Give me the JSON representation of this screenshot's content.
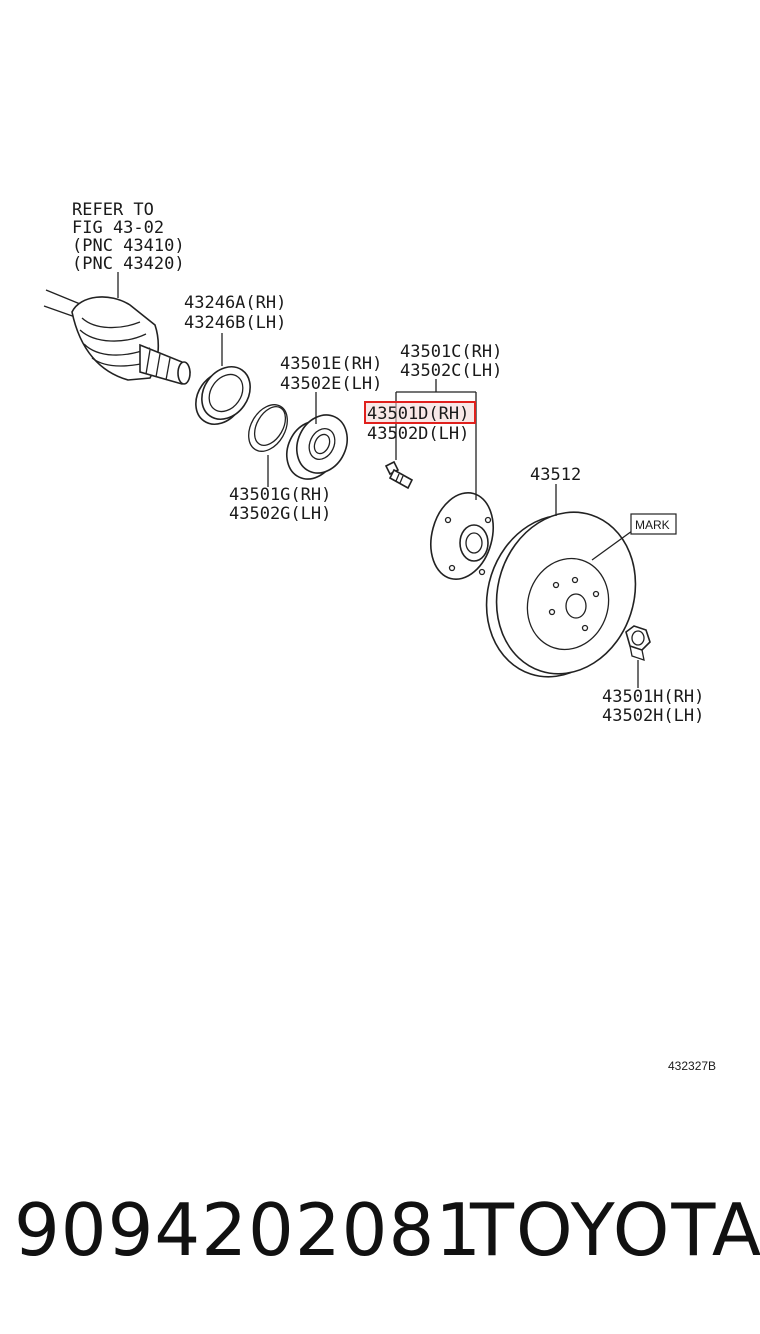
{
  "refer": {
    "line1": "REFER TO",
    "line2": "FIG 43-02",
    "line3": "(PNC 43410)",
    "line4": "(PNC 43420)"
  },
  "labels": {
    "p43246a": "43246A(RH)",
    "p43246b": "43246B(LH)",
    "p43501e": "43501E(RH)",
    "p43502e": "43502E(LH)",
    "p43501c": "43501C(RH)",
    "p43502c": "43502C(LH)",
    "p43501d": "43501D(RH)",
    "p43502d": "43502D(LH)",
    "p43501g": "43501G(RH)",
    "p43502g": "43502G(LH)",
    "p43512": "43512",
    "mark": "MARK",
    "p43501h": "43501H(RH)",
    "p43502h": "43502H(LH)"
  },
  "highlight_color": "#e0201c",
  "figure_code": "432327B",
  "footer": {
    "part_number": "9094202081",
    "brand": "TOYOTA"
  }
}
